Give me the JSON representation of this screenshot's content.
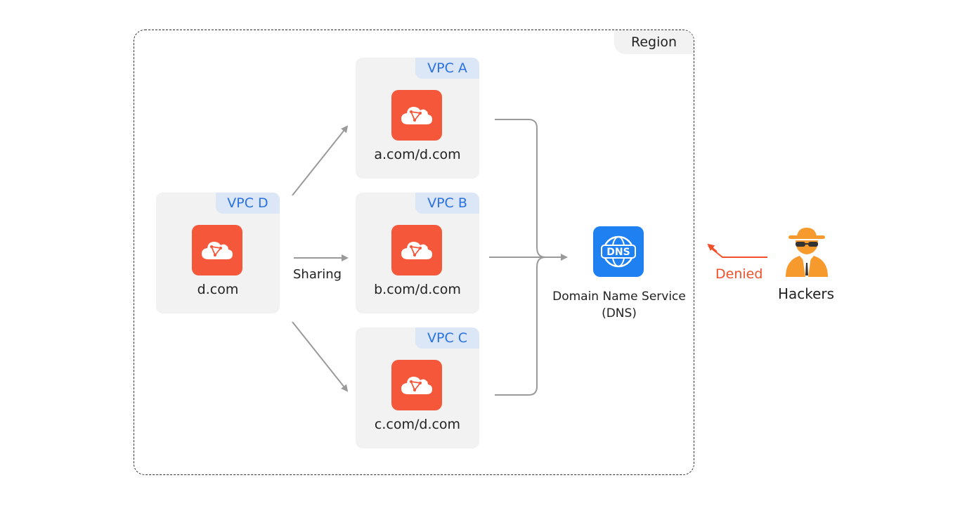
{
  "region": {
    "label": "Region"
  },
  "vpcs": [
    {
      "tag": "VPC D",
      "label": "d.com"
    },
    {
      "tag": "VPC A",
      "label": "a.com/d.com"
    },
    {
      "tag": "VPC B",
      "label": "b.com/d.com"
    },
    {
      "tag": "VPC C",
      "label": "c.com/d.com"
    }
  ],
  "sharing": {
    "label": "Sharing"
  },
  "dns": {
    "line1": "Domain Name Service",
    "line2": "(DNS)",
    "icon_text": "DNS"
  },
  "denied": {
    "label": "Denied"
  },
  "hackers": {
    "label": "Hackers"
  },
  "colors": {
    "accent_orange": "#f5573a",
    "dns_blue": "#1f80f2",
    "vpc_tag_text": "#2a72e0",
    "denied_red": "#f0502a",
    "arrow_gray": "#9a9a9a"
  },
  "icons": {
    "cloud": "cloud-service-icon",
    "dns": "dns-globe-icon",
    "hacker": "spy-hacker-icon"
  }
}
